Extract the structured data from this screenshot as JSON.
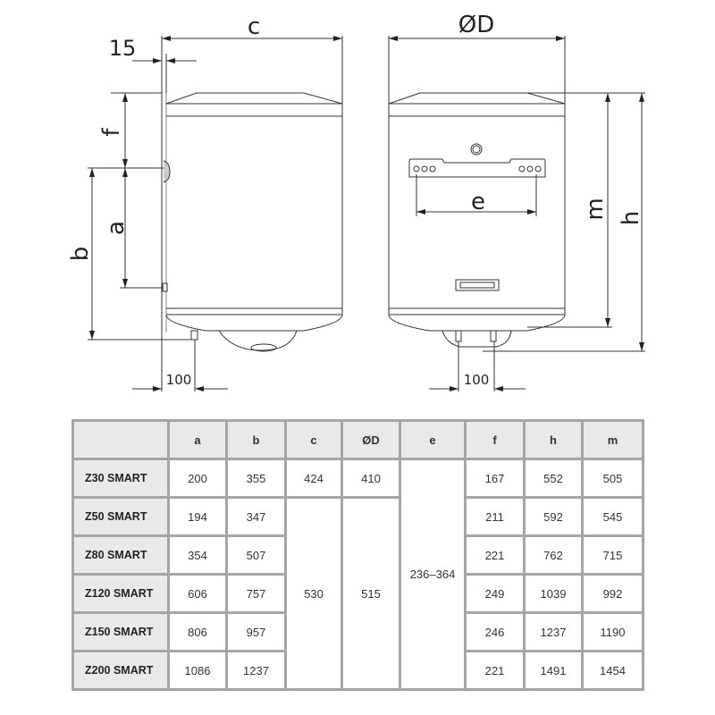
{
  "drawing": {
    "labels": {
      "c": "c",
      "d": "ØD",
      "offset": "15",
      "f": "f",
      "a": "a",
      "b": "b",
      "e": "e",
      "m": "m",
      "h": "h",
      "pipe_left": "100",
      "pipe_right": "100"
    },
    "colors": {
      "line": "#333333",
      "table_border": "#a5a5a8",
      "header_bg": "#e9e9ec"
    }
  },
  "table": {
    "headers": [
      "",
      "a",
      "b",
      "c",
      "ØD",
      "e",
      "f",
      "h",
      "m"
    ],
    "rows": [
      {
        "model": "Z30 SMART",
        "a": "200",
        "b": "355",
        "c": "424",
        "d": "410",
        "e": "236–364",
        "f": "167",
        "h": "552",
        "m": "505"
      },
      {
        "model": "Z50 SMART",
        "a": "194",
        "b": "347",
        "c": "530",
        "d": "515",
        "f": "211",
        "h": "592",
        "m": "545"
      },
      {
        "model": "Z80 SMART",
        "a": "354",
        "b": "507",
        "f": "221",
        "h": "762",
        "m": "715"
      },
      {
        "model": "Z120 SMART",
        "a": "606",
        "b": "757",
        "f": "249",
        "h": "1039",
        "m": "992"
      },
      {
        "model": "Z150 SMART",
        "a": "806",
        "b": "957",
        "f": "246",
        "h": "1237",
        "m": "1190"
      },
      {
        "model": "Z200 SMART",
        "a": "1086",
        "b": "1237",
        "f": "221",
        "h": "1491",
        "m": "1454"
      }
    ]
  }
}
